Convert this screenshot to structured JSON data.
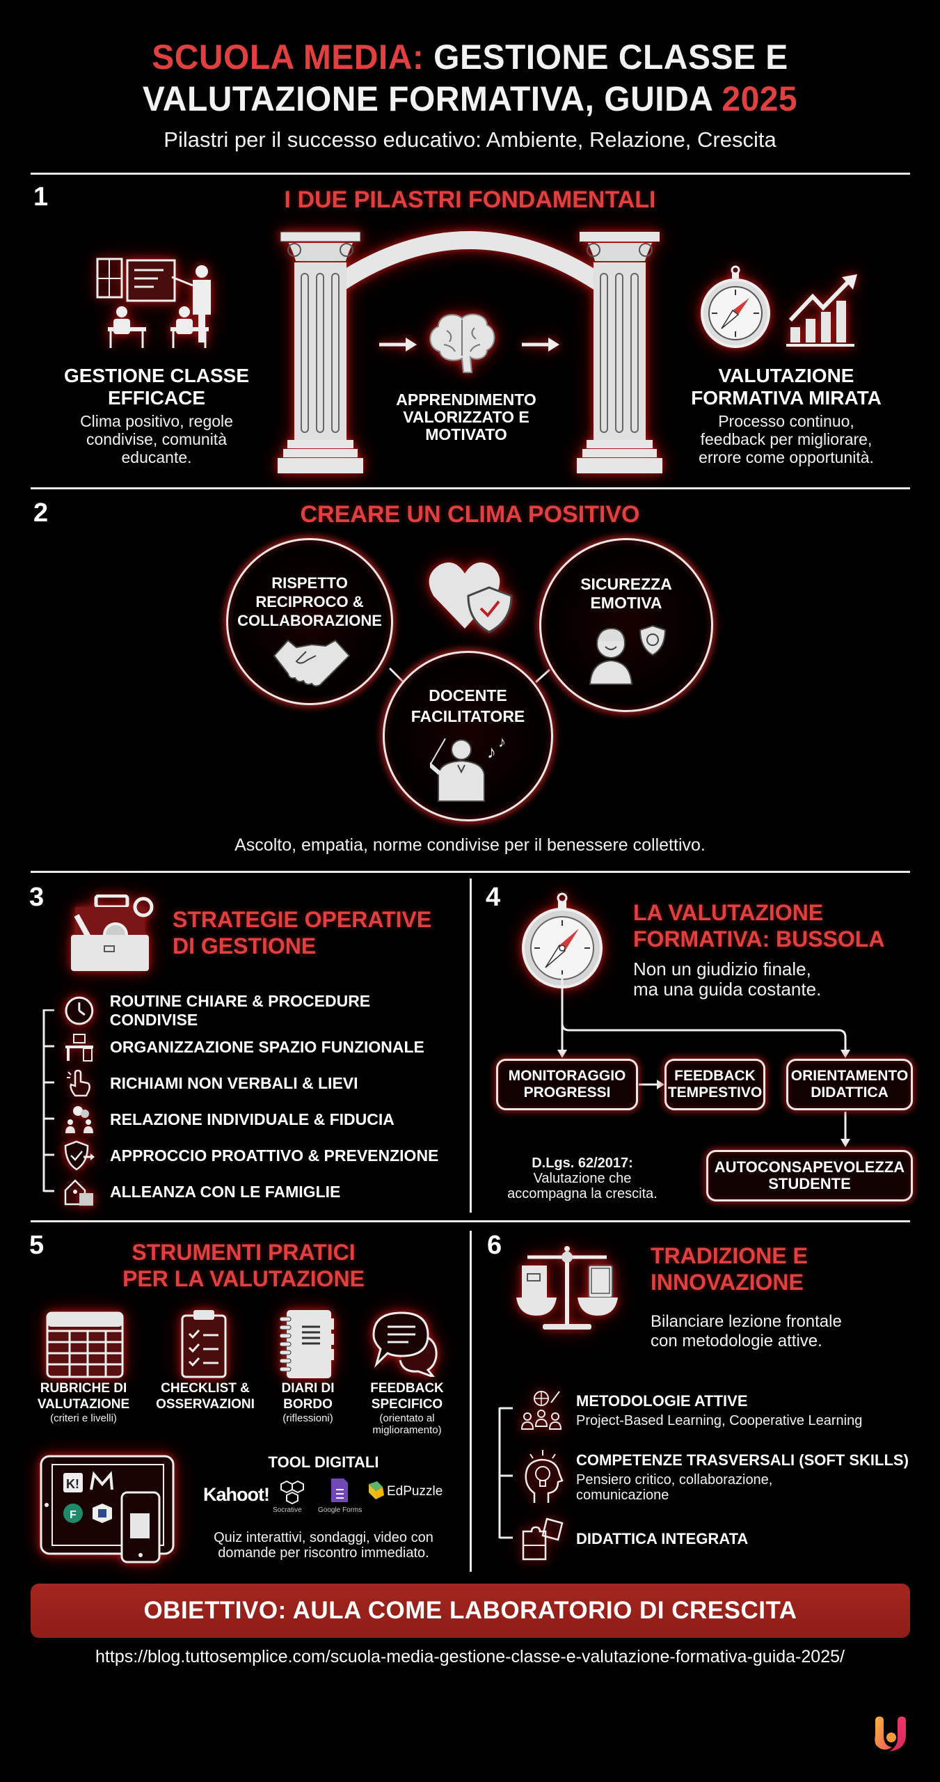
{
  "header": {
    "title_red_1": "SCUOLA MEDIA:",
    "title_white_1": " GESTIONE CLASSE E",
    "title_white_2": "VALUTAZIONE FORMATIVA, GUIDA ",
    "title_red_2": "2025",
    "subtitle": "Pilastri per il successo educativo: Ambiente, Relazione, Crescita"
  },
  "section1": {
    "number": "1",
    "heading": "I DUE PILASTRI FONDAMENTALI",
    "left": {
      "icon": "classroom-icon",
      "title_1": "GESTIONE CLASSE",
      "title_2": "EFFICACE",
      "desc_1": "Clima positivo, regole",
      "desc_2": "condivise, comunità",
      "desc_3": "educante."
    },
    "center": {
      "icon": "brain-icon",
      "title_1": "APPRENDIMENTO",
      "title_2": "VALORIZZATO E",
      "title_3": "MOTIVATO"
    },
    "right": {
      "icons": [
        "compass-icon",
        "growth-chart-icon"
      ],
      "title_1": "VALUTAZIONE",
      "title_2": "FORMATIVA MIRATA",
      "desc_1": "Processo continuo,",
      "desc_2": "feedback per migliorare,",
      "desc_3": "errore come opportunità."
    }
  },
  "section2": {
    "number": "2",
    "heading": "CREARE UN CLIMA POSITIVO",
    "circles": [
      {
        "line1": "RISPETTO",
        "line2": "RECIPROCO &",
        "line3": "COLLABORAZIONE",
        "icon": "handshake-icon"
      },
      {
        "line1": "SICUREZZA",
        "line2": "EMOTIVA",
        "icon": "child-shield-icon"
      },
      {
        "line1": "DOCENTE",
        "line2": "FACILITATORE",
        "icon": "conductor-icon"
      }
    ],
    "center_icon": "heart-shield-icon",
    "caption": "Ascolto, empatia, norme condivise per il benessere collettivo."
  },
  "section3": {
    "number": "3",
    "heading_1": "STRATEGIE OPERATIVE",
    "heading_2": "DI GESTIONE",
    "items": [
      {
        "label": "ROUTINE CHIARE & PROCEDURE CONDIVISE",
        "icon": "clock-icon"
      },
      {
        "label": "ORGANIZZAZIONE SPAZIO FUNZIONALE",
        "icon": "desk-icon"
      },
      {
        "label": "RICHIAMI NON VERBALI & LIEVI",
        "icon": "hand-pointer-icon"
      },
      {
        "label": "RELAZIONE INDIVIDUALE & FIDUCIA",
        "icon": "people-talk-icon"
      },
      {
        "label": "APPROCCIO PROATTIVO & PREVENZIONE",
        "icon": "shield-arrow-icon"
      },
      {
        "label": "ALLEANZA CON LE FAMIGLIE",
        "icon": "home-school-icon"
      }
    ]
  },
  "section4": {
    "number": "4",
    "heading_1": "LA VALUTAZIONE",
    "heading_2": "FORMATIVA: BUSSOLA",
    "desc_1": "Non un giudizio finale,",
    "desc_2": "ma una guida costante.",
    "flow": [
      {
        "line1": "MONITORAGGIO",
        "line2": "PROGRESSI"
      },
      {
        "line1": "FEEDBACK",
        "line2": "TEMPESTIVO"
      },
      {
        "line1": "ORIENTAMENTO",
        "line2": "DIDATTICA"
      },
      {
        "line1": "AUTOCONSAPEVOLEZZA",
        "line2": "STUDENTE"
      }
    ],
    "note_1": "D.Lgs. 62/2017:",
    "note_2": "Valutazione che",
    "note_3": "accompagna la crescita."
  },
  "section5": {
    "number": "5",
    "heading_1": "STRUMENTI PRATICI",
    "heading_2": "PER LA VALUTAZIONE",
    "tools": [
      {
        "line1": "RUBRICHE DI",
        "line2": "VALUTAZIONE",
        "sub1": "(criteri e livelli)",
        "sub2": "",
        "icon": "rubric-table-icon"
      },
      {
        "line1": "CHECKLIST &",
        "line2": "OSSERVAZIONI",
        "sub1": "",
        "sub2": "",
        "icon": "clipboard-checklist-icon"
      },
      {
        "line1": "DIARI DI",
        "line2": "BORDO",
        "sub1": "(riflessioni)",
        "sub2": "",
        "icon": "notebook-icon"
      },
      {
        "line1": "FEEDBACK",
        "line2": "SPECIFICO",
        "sub1": "(orientato al",
        "sub2": "miglioramento)",
        "icon": "speech-bubbles-icon"
      }
    ],
    "digital": {
      "heading": "TOOL DIGITALI",
      "logos": {
        "kahoot": "Kahoot!",
        "socrative": "Socrative",
        "google_forms": "Google Forms",
        "edpuzzle": "EdPuzzle"
      },
      "desc_1": "Quiz interattivi, sondaggi, video con",
      "desc_2": "domande per riscontro immediato."
    }
  },
  "section6": {
    "number": "6",
    "heading_1": "TRADIZIONE E",
    "heading_2": "INNOVAZIONE",
    "desc_1": "Bilanciare lezione frontale",
    "desc_2": "con metodologie attive.",
    "items": [
      {
        "title": "METODOLOGIE ATTIVE",
        "desc_1": "Project-Based Learning, Cooperative Learning",
        "desc_2": "",
        "icon": "globe-team-icon"
      },
      {
        "title": "COMPETENZE TRASVERSALI (SOFT SKILLS)",
        "desc_1": "Pensiero critico, collaborazione,",
        "desc_2": "comunicazione",
        "icon": "lightbulb-head-icon"
      },
      {
        "title": "DIDATTICA INTEGRATA",
        "desc_1": "",
        "desc_2": "",
        "icon": "puzzle-icon"
      }
    ]
  },
  "footer": {
    "banner": "OBIETTIVO: AULA COME LABORATORIO DI CRESCITA",
    "url": "https://blog.tuttosemplice.com/scuola-media-gestione-classe-e-valutazione-formativa-guida-2025/",
    "logo": "tuttosemplice-logo-icon"
  },
  "colors": {
    "background": "#000000",
    "accent_red": "#e0403f",
    "banner_red": "#9b231c",
    "text": "#f2f2f2",
    "glow": "#c81e1e"
  }
}
